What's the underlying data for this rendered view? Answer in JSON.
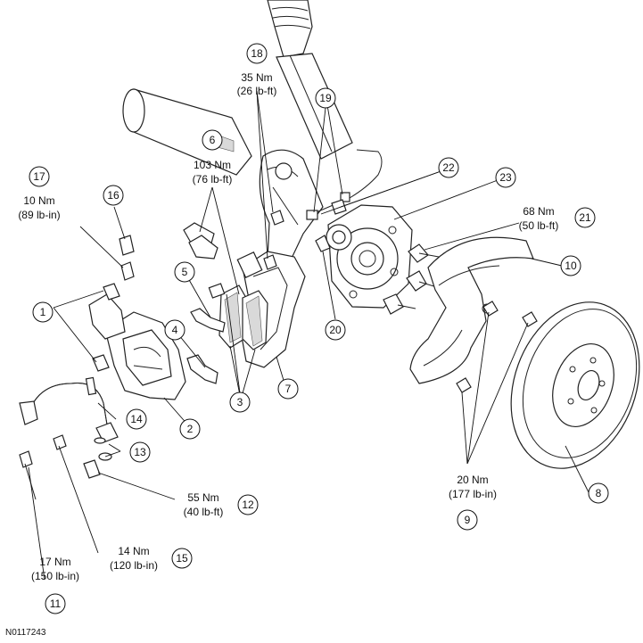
{
  "figure_id": "N0117243",
  "callouts": [
    {
      "num": "1"
    },
    {
      "num": "2"
    },
    {
      "num": "3"
    },
    {
      "num": "4"
    },
    {
      "num": "5"
    },
    {
      "num": "6"
    },
    {
      "num": "7"
    },
    {
      "num": "8"
    },
    {
      "num": "9"
    },
    {
      "num": "10"
    },
    {
      "num": "11"
    },
    {
      "num": "12"
    },
    {
      "num": "13"
    },
    {
      "num": "14"
    },
    {
      "num": "15"
    },
    {
      "num": "16"
    },
    {
      "num": "17"
    },
    {
      "num": "18"
    },
    {
      "num": "19"
    },
    {
      "num": "20"
    },
    {
      "num": "21"
    },
    {
      "num": "22"
    },
    {
      "num": "23"
    }
  ],
  "torques": {
    "t6": {
      "nm": "103 Nm",
      "imperial": "(76 lb-ft)"
    },
    "t9": {
      "nm": "20 Nm",
      "imperial": "(177 lb-in)"
    },
    "t11": {
      "nm": "17 Nm",
      "imperial": "(150 lb-in)"
    },
    "t12": {
      "nm": "55 Nm",
      "imperial": "(40 lb-ft)"
    },
    "t15": {
      "nm": "14 Nm",
      "imperial": "(120 lb-in)"
    },
    "t17": {
      "nm": "10 Nm",
      "imperial": "(89 lb-in)"
    },
    "t18": {
      "nm": "35 Nm",
      "imperial": "(26 lb-ft)"
    },
    "t21": {
      "nm": "68 Nm",
      "imperial": "(50 lb-ft)"
    }
  }
}
